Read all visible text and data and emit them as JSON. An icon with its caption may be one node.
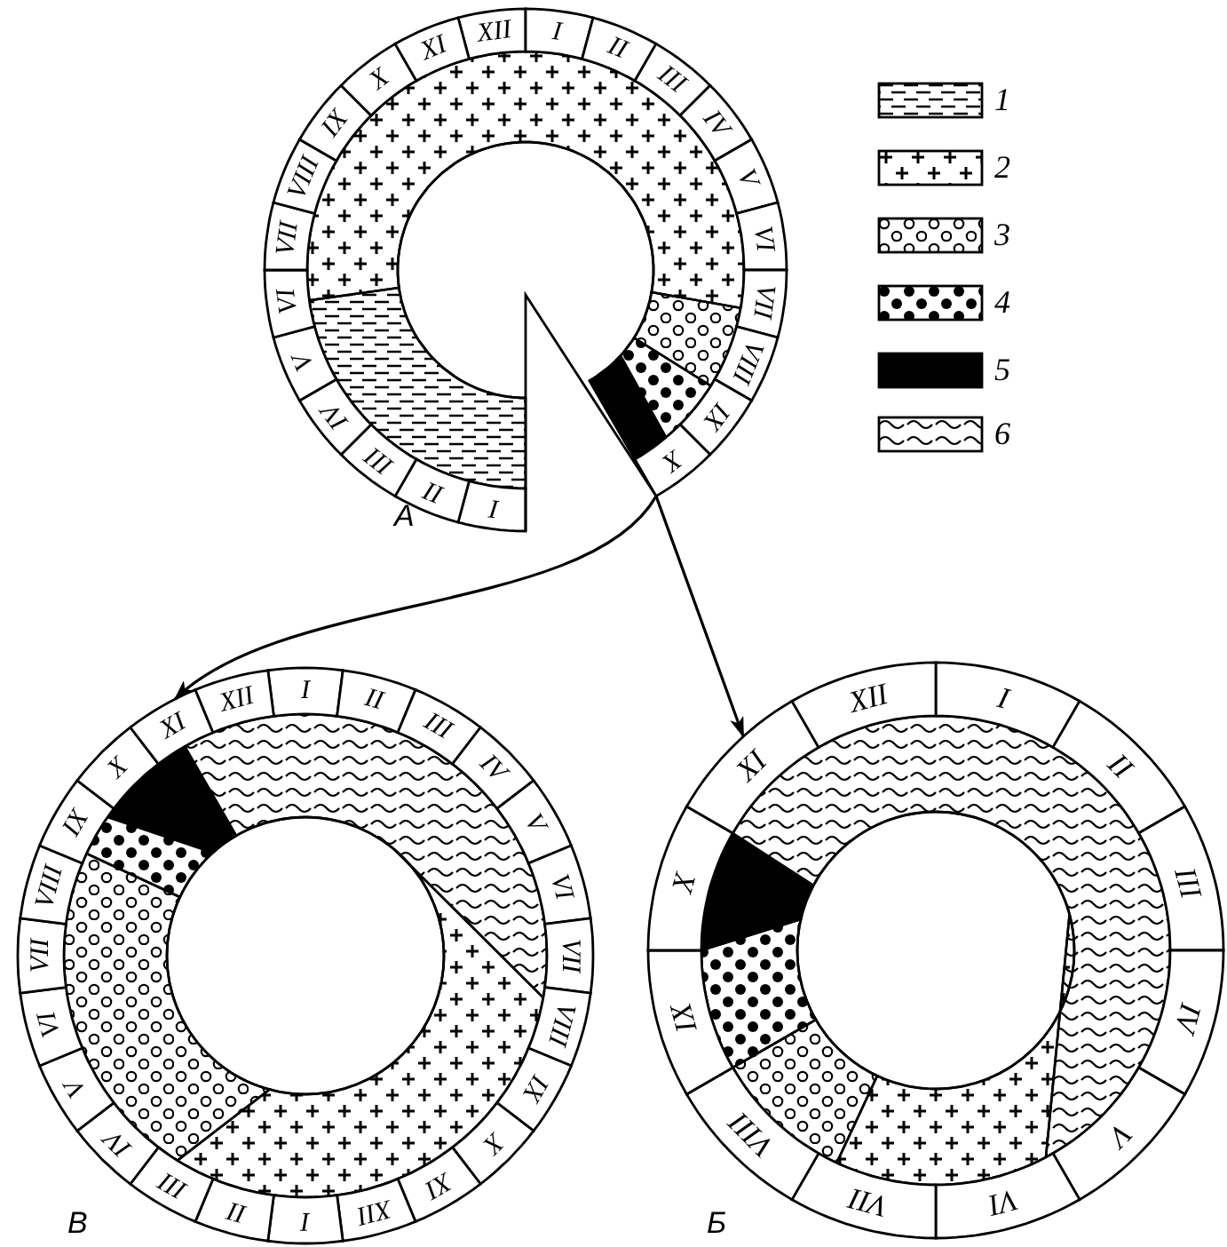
{
  "diagram": {
    "nodes": [
      {
        "text": [
          "А"
        ]
      },
      {
        "text": [
          "В"
        ]
      },
      {
        "text": [
          "Б"
        ]
      }
    ],
    "edges": [
      {
        "from": 0,
        "to": 1,
        "arrow": "to"
      },
      {
        "from": 0,
        "to": 2,
        "arrow": "to"
      }
    ],
    "labels": [
      "XII",
      "I",
      "II",
      "III",
      "IV",
      "V",
      "VI",
      "VII",
      "VIII",
      "IX",
      "X",
      "I",
      "II",
      "III",
      "IV",
      "V",
      "VI",
      "VII",
      "VIII",
      "IX",
      "X",
      "XI",
      "I",
      "II",
      "III",
      "IV",
      "V",
      "VI",
      "VII",
      "VIII",
      "IX",
      "X",
      "XI",
      "XII",
      "I",
      "II",
      "III",
      "IV",
      "V",
      "VI",
      "VII",
      "VIII",
      "IX",
      "X",
      "XI",
      "XII",
      "I",
      "II",
      "III",
      "IV",
      "V",
      "VI",
      "VII",
      "VIII",
      "IX",
      "X",
      "XI",
      "XII"
    ],
    "legend": [
      {
        "text": "1"
      },
      {
        "text": "2"
      },
      {
        "text": "3"
      },
      {
        "text": "4"
      },
      {
        "text": "5"
      },
      {
        "text": "6"
      }
    ]
  }
}
